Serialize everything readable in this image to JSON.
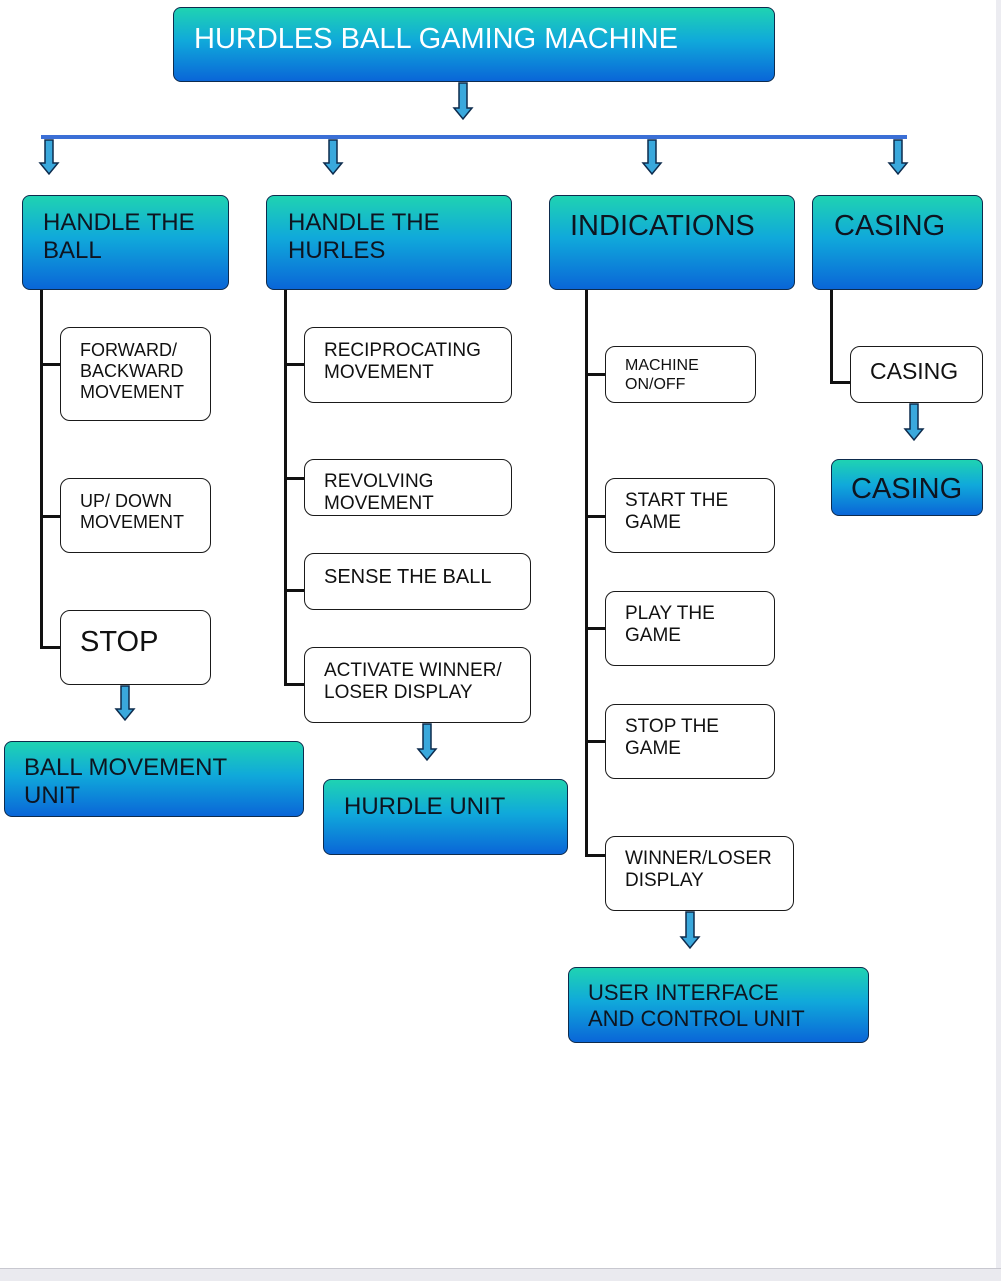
{
  "title": "HURDLES BALL GAMING MACHINE",
  "columns": [
    {
      "header": "HANDLE THE\nBALL",
      "items": [
        "FORWARD/\nBACKWARD\nMOVEMENT",
        "UP/ DOWN\nMOVEMENT",
        "STOP"
      ],
      "unit": "BALL MOVEMENT\nUNIT"
    },
    {
      "header": "HANDLE THE\nHURLES",
      "items": [
        "RECIPROCATING\nMOVEMENT",
        "REVOLVING\nMOVEMENT",
        "SENSE THE BALL",
        "ACTIVATE WINNER/\nLOSER DISPLAY"
      ],
      "unit": "HURDLE UNIT"
    },
    {
      "header": "INDICATIONS",
      "items": [
        "MACHINE\nON/OFF",
        "START THE\nGAME",
        "PLAY THE\nGAME",
        "STOP THE\nGAME",
        "WINNER/LOSER\nDISPLAY"
      ],
      "unit": "USER INTERFACE\nAND CONTROL UNIT"
    },
    {
      "header": "CASING",
      "items": [
        "CASING"
      ],
      "unit": "CASING"
    }
  ],
  "colors": {
    "gradient_top": "#1fd3b2",
    "gradient_bottom": "#0a66d8",
    "connector": "#111111",
    "bus_line": "#3b6fd6",
    "arrow_fill": "#3aa8dc"
  }
}
